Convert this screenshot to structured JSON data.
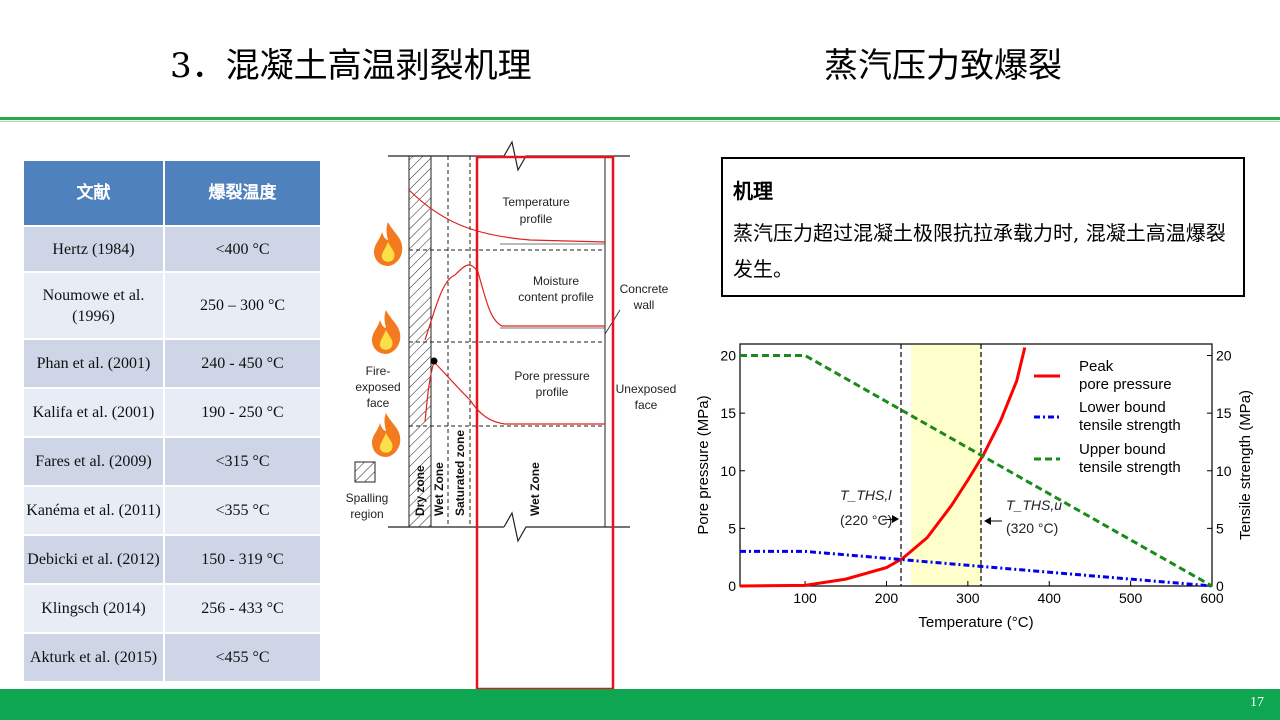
{
  "header": {
    "title_left": "3．混凝土高温剥裂机理",
    "title_right": "蒸汽压力致爆裂"
  },
  "table": {
    "headers": [
      "文献",
      "爆裂温度"
    ],
    "rows": [
      {
        "ref": "Hertz (1984)",
        "temp": "<400 °C"
      },
      {
        "ref": "Noumowe et al. (1996)",
        "temp": "250 – 300 °C"
      },
      {
        "ref": "Phan et al. (2001)",
        "temp": "240 - 450 °C"
      },
      {
        "ref": "Kalifa et al. (2001)",
        "temp": "190 - 250 °C"
      },
      {
        "ref": "Fares et al. (2009)",
        "temp": "<315 °C"
      },
      {
        "ref": "Kanéma et al. (2011)",
        "temp": "<355 °C"
      },
      {
        "ref": "Debicki et al. (2012)",
        "temp": "150 - 319 °C"
      },
      {
        "ref": "Klingsch (2014)",
        "temp": "256 - 433 °C"
      },
      {
        "ref": "Akturk et al. (2015)",
        "temp": "<455 °C"
      }
    ]
  },
  "diagram": {
    "profile_temperature_1": "Temperature",
    "profile_temperature_2": "profile",
    "profile_moisture_1": "Moisture",
    "profile_moisture_2": "content  profile",
    "profile_pore_1": "Pore pressure",
    "profile_pore_2": "profile",
    "concrete_wall_1": "Concrete",
    "concrete_wall_2": "wall",
    "unexposed_1": "Unexposed",
    "unexposed_2": "face",
    "fire_1": "Fire-",
    "fire_2": "exposed",
    "fire_3": "face",
    "spalling_1": "Spalling",
    "spalling_2": "region",
    "zone_dry": "Dry zone",
    "zone_wet": "Wet Zone",
    "zone_saturated": "Saturated zone",
    "zone_wet_main": "Wet Zone"
  },
  "mechanism": {
    "title": "机理",
    "text": "蒸汽压力超过混凝土极限抗拉承载力时, 混凝土高温爆裂发生。"
  },
  "chart_data": {
    "type": "line",
    "xlabel": "Temperature (°C)",
    "ylabel_left": "Pore pressure (MPa)",
    "ylabel_right": "Tensile strength (MPa)",
    "xlim": [
      20,
      600
    ],
    "ylim": [
      0,
      21
    ],
    "xticks": [
      100,
      200,
      300,
      400,
      500,
      600
    ],
    "yticks": [
      0,
      5,
      10,
      15,
      20
    ],
    "series": [
      {
        "name": "Peak pore pressure",
        "color": "#ff0000",
        "style": "solid",
        "x": [
          20,
          100,
          150,
          200,
          220,
          250,
          280,
          300,
          320,
          340,
          360,
          370
        ],
        "y": [
          0,
          0.05,
          0.6,
          1.6,
          2.4,
          4.2,
          7.0,
          9.2,
          11.5,
          14.3,
          17.8,
          20.7
        ]
      },
      {
        "name": "Lower bound tensile strength",
        "color": "#0000ee",
        "style": "dashdot",
        "x": [
          20,
          100,
          200,
          300,
          400,
          500,
          600
        ],
        "y": [
          3.0,
          3.0,
          2.4,
          1.8,
          1.2,
          0.6,
          0
        ]
      },
      {
        "name": "Upper bound tensile strength",
        "color": "#1a8a1a",
        "style": "dashed",
        "x": [
          20,
          100,
          600
        ],
        "y": [
          20,
          20,
          0
        ]
      }
    ],
    "band": {
      "x": [
        220,
        320
      ],
      "color": "#ffffcc"
    },
    "annotations": [
      {
        "label": "T_THS,l",
        "value": "(220 °C)"
      },
      {
        "label": "T_THS,u",
        "value": "(320 °C)"
      }
    ],
    "legend": [
      {
        "line1": "Peak",
        "line2": "pore pressure"
      },
      {
        "line1": "Lower bound",
        "line2": "tensile strength"
      },
      {
        "line1": "Upper bound",
        "line2": "tensile strength"
      }
    ],
    "legend_position": "top-right"
  },
  "footer": {
    "page": "17"
  }
}
